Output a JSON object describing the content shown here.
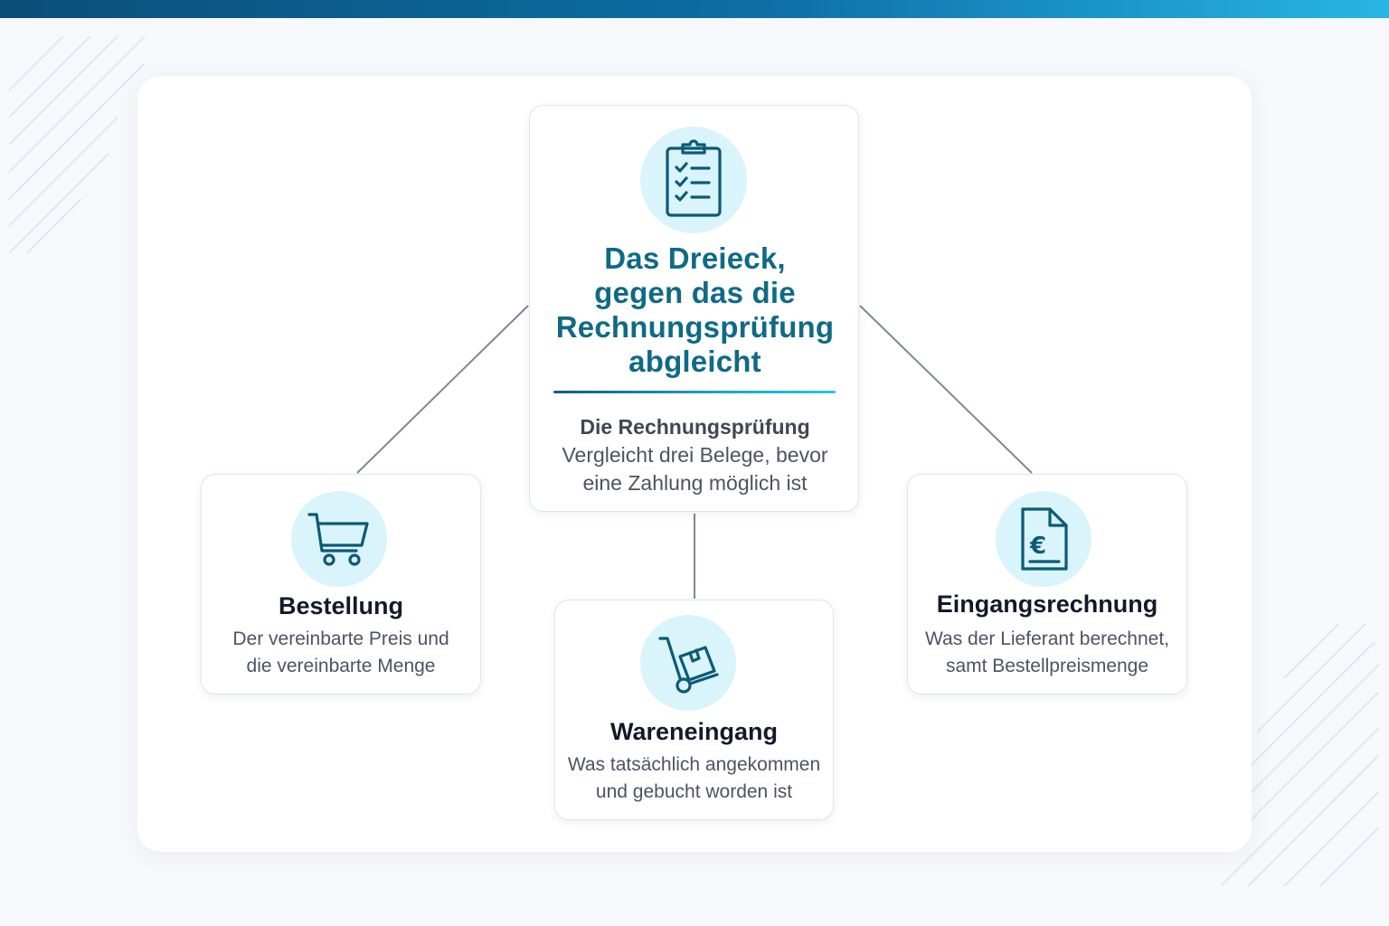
{
  "colors": {
    "accent": "#0f6a86",
    "icon_stroke": "#0b5a78",
    "icon_bg": "#d9f4fa",
    "connector": "#7d8798",
    "title_dark": "#111a2b",
    "body_text": "#4a5563"
  },
  "center": {
    "icon": "clipboard-checklist-icon",
    "title_lines": [
      "Das Dreieck,",
      "gegen das die",
      "Rechnungsprüfung",
      "abgleicht"
    ],
    "subtitle": "Die Rechnungsprüfung",
    "description_lines": [
      "Vergleicht drei Belege, bevor",
      "eine Zahlung möglich ist"
    ]
  },
  "nodes": [
    {
      "key": "left",
      "icon": "shopping-cart-icon",
      "title": "Bestellung",
      "description_lines": [
        "Der vereinbarte Preis und",
        "die vereinbarte Menge"
      ]
    },
    {
      "key": "bottom",
      "icon": "hand-truck-icon",
      "title": "Wareneingang",
      "description_lines": [
        "Was tatsächlich angekommen",
        "und gebucht worden ist"
      ]
    },
    {
      "key": "right",
      "icon": "euro-document-icon",
      "title": "Eingangsrechnung",
      "description_lines": [
        "Was der Lieferant berechnet,",
        "samt Bestellpreismenge"
      ]
    }
  ]
}
